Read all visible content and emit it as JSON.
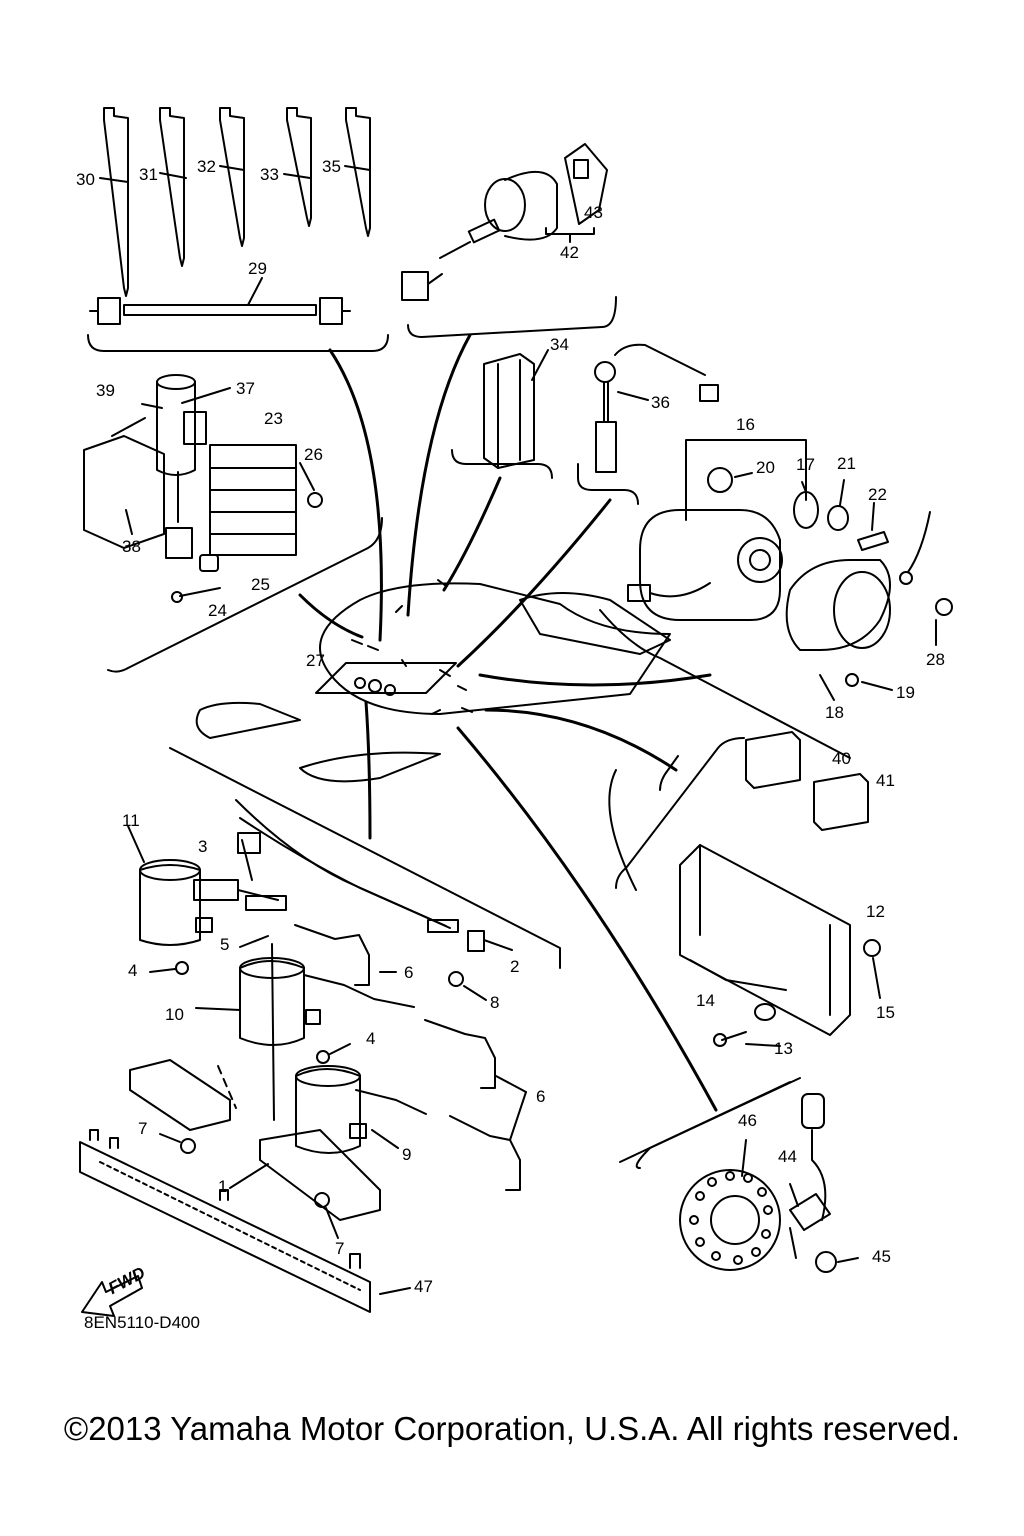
{
  "diagram_code": "8EN5110-D400",
  "fwd_label": "FWD",
  "copyright": "©2013 Yamaha Motor Corporation, U.S.A. All rights reserved.",
  "callouts": [
    "1",
    "2",
    "3",
    "4",
    "4",
    "5",
    "6",
    "6",
    "7",
    "7",
    "8",
    "9",
    "10",
    "11",
    "12",
    "13",
    "14",
    "15",
    "16",
    "17",
    "18",
    "19",
    "20",
    "21",
    "22",
    "23",
    "24",
    "25",
    "26",
    "27",
    "28",
    "29",
    "30",
    "31",
    "32",
    "33",
    "34",
    "35",
    "36",
    "37",
    "38",
    "39",
    "40",
    "41",
    "42",
    "43",
    "44",
    "45",
    "46",
    "47"
  ]
}
